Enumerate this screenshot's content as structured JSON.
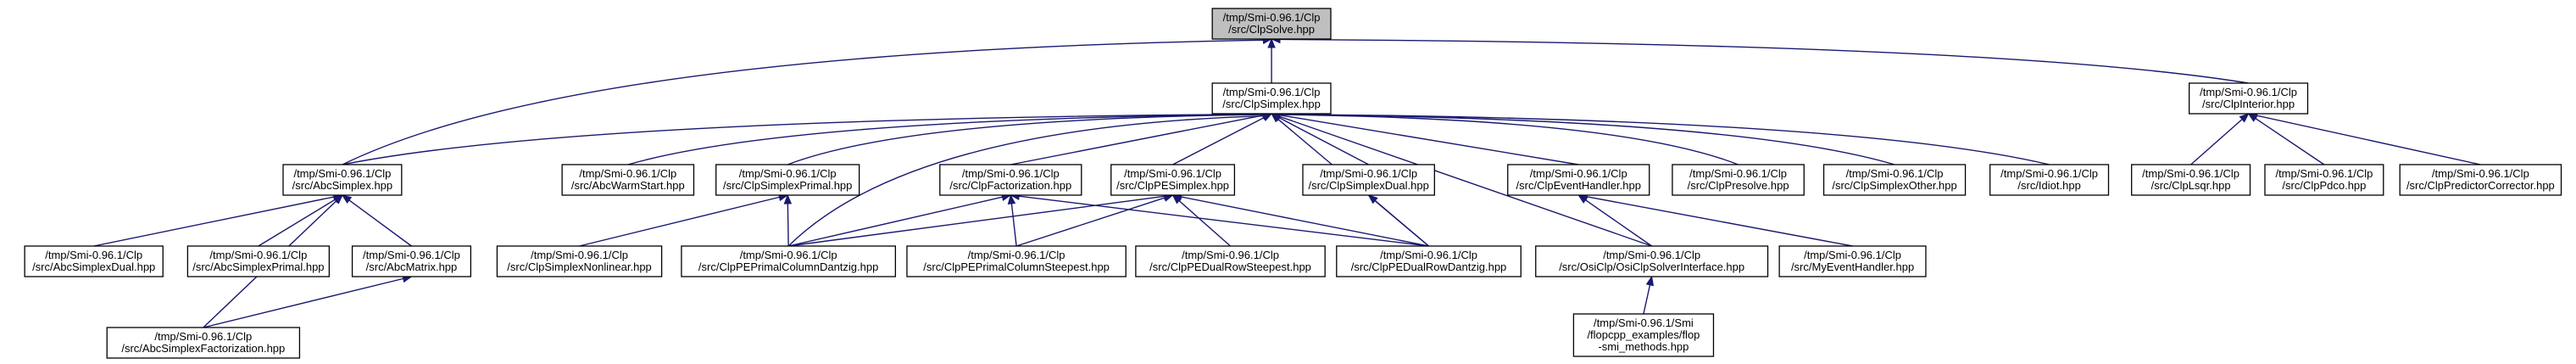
{
  "nodes": [
    {
      "id": "ClpSolve",
      "lines": [
        "/tmp/Smi-0.96.1/Clp",
        "/src/ClpSolve.hpp"
      ],
      "root": true
    },
    {
      "id": "ClpSimplex",
      "lines": [
        "/tmp/Smi-0.96.1/Clp",
        "/src/ClpSimplex.hpp"
      ]
    },
    {
      "id": "ClpInterior",
      "lines": [
        "/tmp/Smi-0.96.1/Clp",
        "/src/ClpInterior.hpp"
      ]
    },
    {
      "id": "AbcSimplex",
      "lines": [
        "/tmp/Smi-0.96.1/Clp",
        "/src/AbcSimplex.hpp"
      ]
    },
    {
      "id": "AbcWarmStart",
      "lines": [
        "/tmp/Smi-0.96.1/Clp",
        "/src/AbcWarmStart.hpp"
      ]
    },
    {
      "id": "ClpSimplexPrimal",
      "lines": [
        "/tmp/Smi-0.96.1/Clp",
        "/src/ClpSimplexPrimal.hpp"
      ]
    },
    {
      "id": "ClpFactorization",
      "lines": [
        "/tmp/Smi-0.96.1/Clp",
        "/src/ClpFactorization.hpp"
      ]
    },
    {
      "id": "ClpPESimplex",
      "lines": [
        "/tmp/Smi-0.96.1/Clp",
        "/src/ClpPESimplex.hpp"
      ]
    },
    {
      "id": "ClpSimplexDual",
      "lines": [
        "/tmp/Smi-0.96.1/Clp",
        "/src/ClpSimplexDual.hpp"
      ]
    },
    {
      "id": "ClpEventHandler",
      "lines": [
        "/tmp/Smi-0.96.1/Clp",
        "/src/ClpEventHandler.hpp"
      ]
    },
    {
      "id": "ClpPresolve",
      "lines": [
        "/tmp/Smi-0.96.1/Clp",
        "/src/ClpPresolve.hpp"
      ]
    },
    {
      "id": "ClpSimplexOther",
      "lines": [
        "/tmp/Smi-0.96.1/Clp",
        "/src/ClpSimplexOther.hpp"
      ]
    },
    {
      "id": "Idiot",
      "lines": [
        "/tmp/Smi-0.96.1/Clp",
        "/src/Idiot.hpp"
      ]
    },
    {
      "id": "ClpLsqr",
      "lines": [
        "/tmp/Smi-0.96.1/Clp",
        "/src/ClpLsqr.hpp"
      ]
    },
    {
      "id": "ClpPdco",
      "lines": [
        "/tmp/Smi-0.96.1/Clp",
        "/src/ClpPdco.hpp"
      ]
    },
    {
      "id": "ClpPredictorCorrector",
      "lines": [
        "/tmp/Smi-0.96.1/Clp",
        "/src/ClpPredictorCorrector.hpp"
      ]
    },
    {
      "id": "AbcSimplexDual",
      "lines": [
        "/tmp/Smi-0.96.1/Clp",
        "/src/AbcSimplexDual.hpp"
      ]
    },
    {
      "id": "AbcSimplexPrimal",
      "lines": [
        "/tmp/Smi-0.96.1/Clp",
        "/src/AbcSimplexPrimal.hpp"
      ]
    },
    {
      "id": "AbcMatrix",
      "lines": [
        "/tmp/Smi-0.96.1/Clp",
        "/src/AbcMatrix.hpp"
      ]
    },
    {
      "id": "ClpSimplexNonlinear",
      "lines": [
        "/tmp/Smi-0.96.1/Clp",
        "/src/ClpSimplexNonlinear.hpp"
      ]
    },
    {
      "id": "ClpPEPrimalColumnDantzig",
      "lines": [
        "/tmp/Smi-0.96.1/Clp",
        "/src/ClpPEPrimalColumnDantzig.hpp"
      ]
    },
    {
      "id": "ClpPEPrimalColumnSteepest",
      "lines": [
        "/tmp/Smi-0.96.1/Clp",
        "/src/ClpPEPrimalColumnSteepest.hpp"
      ]
    },
    {
      "id": "ClpPEDualRowSteepest",
      "lines": [
        "/tmp/Smi-0.96.1/Clp",
        "/src/ClpPEDualRowSteepest.hpp"
      ]
    },
    {
      "id": "ClpPEDualRowDantzig",
      "lines": [
        "/tmp/Smi-0.96.1/Clp",
        "/src/ClpPEDualRowDantzig.hpp"
      ]
    },
    {
      "id": "OsiClpSolverInterface",
      "lines": [
        "/tmp/Smi-0.96.1/Clp",
        "/src/OsiClp/OsiClpSolverInterface.hpp"
      ]
    },
    {
      "id": "MyEventHandler",
      "lines": [
        "/tmp/Smi-0.96.1/Clp",
        "/src/MyEventHandler.hpp"
      ]
    },
    {
      "id": "AbcSimplexFactorization",
      "lines": [
        "/tmp/Smi-0.96.1/Clp",
        "/src/AbcSimplexFactorization.hpp"
      ]
    },
    {
      "id": "FlopSmiMethods",
      "lines": [
        "/tmp/Smi-0.96.1/Smi",
        "/flopcpp_examples/flop",
        "-smi_methods.hpp"
      ]
    }
  ],
  "edges": [
    [
      "ClpSimplex",
      "ClpSolve"
    ],
    [
      "AbcSimplex",
      "ClpSolve"
    ],
    [
      "ClpInterior",
      "ClpSolve"
    ],
    [
      "AbcSimplex",
      "ClpSimplex"
    ],
    [
      "AbcWarmStart",
      "ClpSimplex"
    ],
    [
      "ClpSimplexPrimal",
      "ClpSimplex"
    ],
    [
      "ClpFactorization",
      "ClpSimplex"
    ],
    [
      "ClpPESimplex",
      "ClpSimplex"
    ],
    [
      "ClpSimplexDual",
      "ClpSimplex"
    ],
    [
      "ClpEventHandler",
      "ClpSimplex"
    ],
    [
      "ClpPresolve",
      "ClpSimplex"
    ],
    [
      "ClpSimplexOther",
      "ClpSimplex"
    ],
    [
      "Idiot",
      "ClpSimplex"
    ],
    [
      "ClpPEPrimalColumnDantzig",
      "ClpSimplex"
    ],
    [
      "ClpPEDualRowDantzig",
      "ClpSimplex"
    ],
    [
      "OsiClpSolverInterface",
      "ClpSimplex"
    ],
    [
      "ClpLsqr",
      "ClpInterior"
    ],
    [
      "ClpPdco",
      "ClpInterior"
    ],
    [
      "ClpPredictorCorrector",
      "ClpInterior"
    ],
    [
      "AbcSimplexDual",
      "AbcSimplex"
    ],
    [
      "AbcSimplexPrimal",
      "AbcSimplex"
    ],
    [
      "AbcMatrix",
      "AbcSimplex"
    ],
    [
      "AbcSimplexFactorization",
      "AbcSimplex"
    ],
    [
      "ClpSimplexNonlinear",
      "ClpSimplexPrimal"
    ],
    [
      "ClpPEPrimalColumnDantzig",
      "ClpSimplexPrimal"
    ],
    [
      "ClpPEPrimalColumnDantzig",
      "ClpFactorization"
    ],
    [
      "ClpPEPrimalColumnSteepest",
      "ClpFactorization"
    ],
    [
      "ClpPEDualRowDantzig",
      "ClpFactorization"
    ],
    [
      "ClpPEPrimalColumnDantzig",
      "ClpPESimplex"
    ],
    [
      "ClpPEPrimalColumnSteepest",
      "ClpPESimplex"
    ],
    [
      "ClpPEDualRowSteepest",
      "ClpPESimplex"
    ],
    [
      "ClpPEDualRowDantzig",
      "ClpPESimplex"
    ],
    [
      "ClpPEDualRowDantzig",
      "ClpSimplexDual"
    ],
    [
      "OsiClpSolverInterface",
      "ClpEventHandler"
    ],
    [
      "MyEventHandler",
      "ClpEventHandler"
    ],
    [
      "AbcSimplexFactorization",
      "AbcMatrix"
    ],
    [
      "FlopSmiMethods",
      "OsiClpSolverInterface"
    ]
  ],
  "colors": {
    "edge": "#191970",
    "root_fill": "#bfbfbf",
    "node_fill": "#ffffff",
    "node_border": "#000000"
  }
}
